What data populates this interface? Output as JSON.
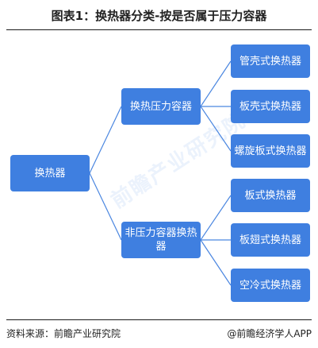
{
  "title": "图表1：换热器分类-按是否属于压力容器",
  "watermark": "前瞻产业研究院",
  "nodes": {
    "root": "换热器",
    "pressure": "换热压力容器",
    "non_pressure": "非压力容器换热器",
    "tube_shell": "管壳式换热器",
    "plate_shell": "板壳式换热器",
    "spiral_plate": "螺旋板式换热器",
    "plate": "板式换热器",
    "plate_fin": "板翅式换热器",
    "air_cooled": "空冷式换热器"
  },
  "footer": {
    "source": "资料来源：前瞻产业研究院",
    "brand": "@前瞻经济学人APP"
  },
  "colors": {
    "box": "#3f7fe0",
    "line": "#4a86e0"
  }
}
